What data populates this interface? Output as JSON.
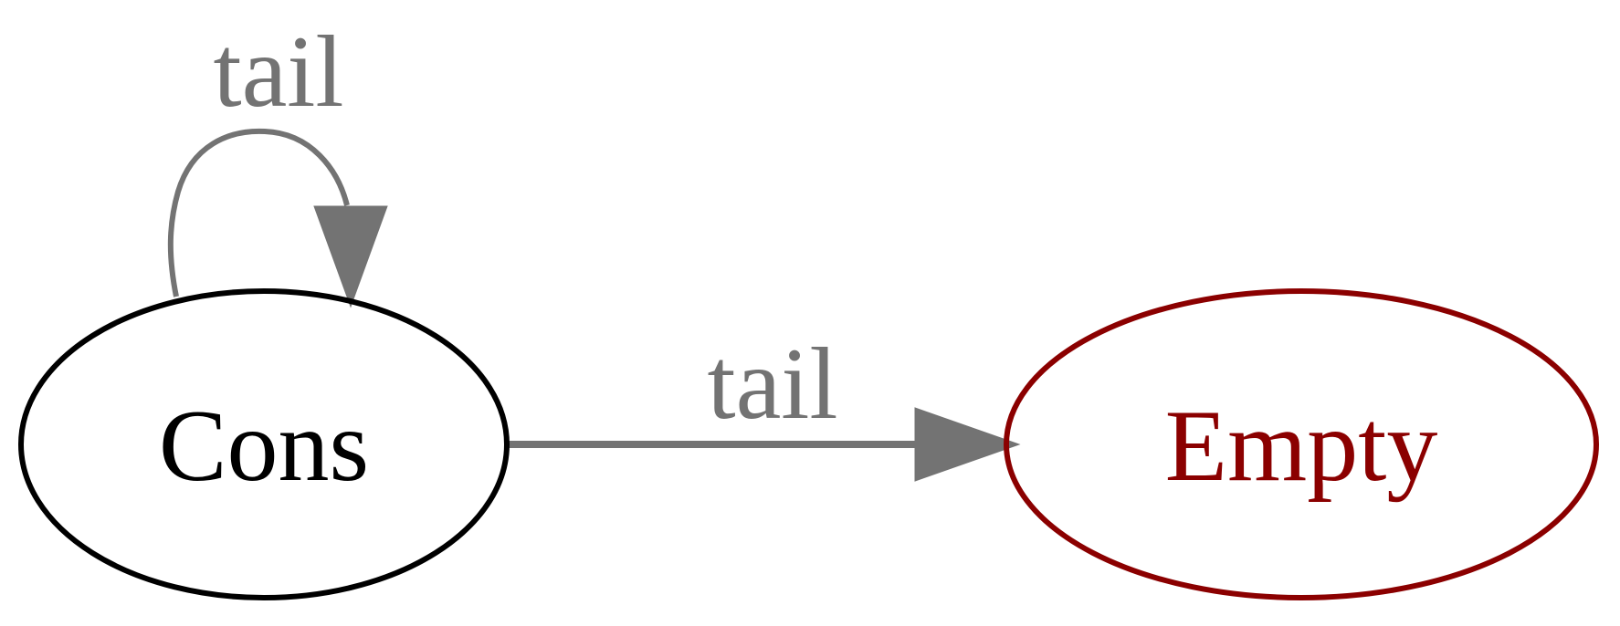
{
  "nodes": [
    {
      "id": "cons",
      "label": "Cons",
      "stroke_color": "#000000",
      "text_color": "#000000"
    },
    {
      "id": "empty",
      "label": "Empty",
      "stroke_color": "#8b0000",
      "text_color": "#8b0000"
    }
  ],
  "edges": [
    {
      "from": "Cons",
      "to": "Cons",
      "label": "tail",
      "color": "#737373"
    },
    {
      "from": "Cons",
      "to": "Empty",
      "label": "tail",
      "color": "#737373"
    }
  ],
  "colors": {
    "background": "#ffffff",
    "edge": "#737373",
    "edge_label": "#737373"
  }
}
